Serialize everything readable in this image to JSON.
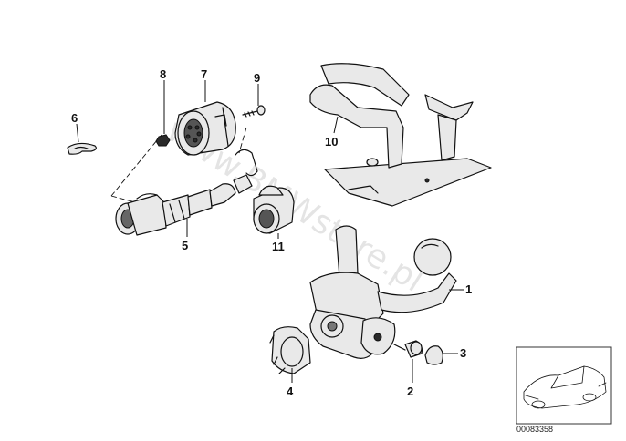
{
  "callouts": {
    "c1": "1",
    "c2": "2",
    "c3": "3",
    "c4": "4",
    "c5": "5",
    "c6": "6",
    "c7": "7",
    "c8": "8",
    "c9": "9",
    "c10": "10",
    "c11": "11"
  },
  "watermark": "www.BMWstore.pl",
  "thumbnail": {
    "reference_number": "00083358"
  }
}
